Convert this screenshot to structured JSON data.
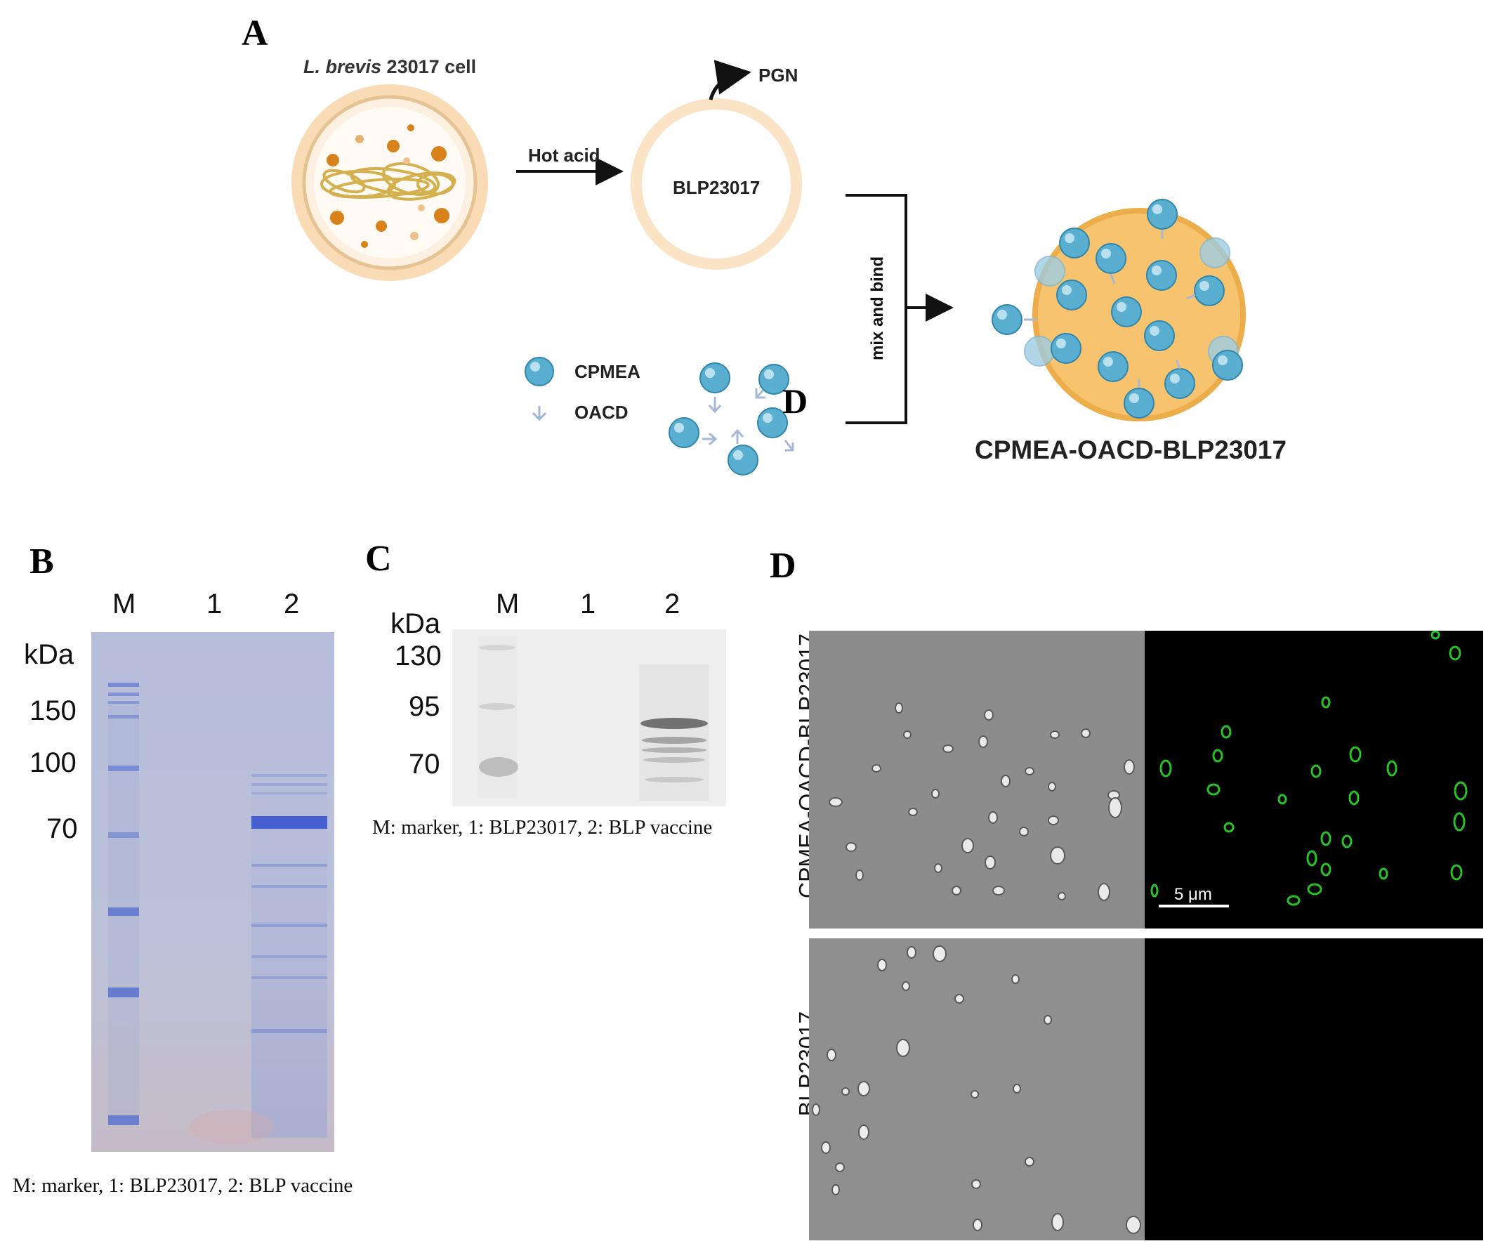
{
  "panel_labels": {
    "a": "A",
    "b": "B",
    "c": "C",
    "d": "D",
    "d_overlay": "D"
  },
  "panel_a": {
    "cell_label_species": "L. brevis",
    "cell_label_rest": " 23017 cell",
    "arrow_label": "Hot acid",
    "pgn_label": "PGN",
    "blp_label": "BLP23017",
    "legend_cpmea": "CPMEA",
    "legend_oacd": "OACD",
    "mix_label": "mix and bind",
    "product_label": "CPMEA-OACD-BLP23017",
    "colors": {
      "cell_fill": "#fbe2c4",
      "cell_ring": "#e7c08a",
      "sphere": "#5aaed0",
      "sphere_dark": "#2f86ad",
      "orange": "#f7c36e",
      "dna": "#d8b55a"
    }
  },
  "panel_b": {
    "columns": [
      "M",
      "1",
      "2"
    ],
    "unit": "kDa",
    "markers": [
      "150",
      "100",
      "70"
    ],
    "caption": "M: marker, 1: BLP23017, 2: BLP vaccine",
    "colors": {
      "gel": "#b4bcd8",
      "band": "#4f66c9"
    }
  },
  "panel_c": {
    "columns": [
      "M",
      "1",
      "2"
    ],
    "unit": "kDa",
    "markers": [
      "130",
      "95",
      "70"
    ],
    "caption": "M: marker, 1: BLP23017, 2: BLP vaccine",
    "colors": {
      "blot": "#f1f1f1",
      "band": "#6e6e6e"
    }
  },
  "panel_d": {
    "row_labels": [
      "CPMEA-OACD-BLP23017",
      "BLP23017"
    ],
    "scale_bar": "5 μm",
    "colors": {
      "brightfield": "#8d8d8d",
      "fluorescence": "#27c227"
    }
  }
}
